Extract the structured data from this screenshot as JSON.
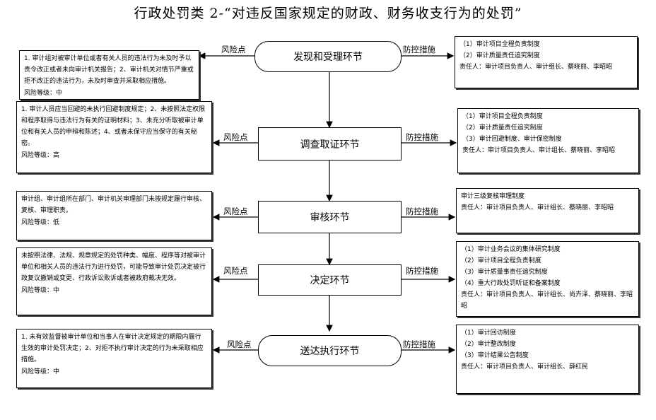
{
  "title": "行政处罚类 2-“对违反国家规定的财政、财务收支行为的处罚”",
  "risk_label": "风险点",
  "control_label": "防控措施",
  "stages": [
    {
      "name": "发现和受理环节",
      "risk": [
        "1. 审计组对被审计单位或者有关人员的违法行为未及时予以责令改正或者未向审计机关报告；2、审计机关对情节严重或拒不改正的违法行为，未及时审查并采取相应措施。"
      ],
      "risk_level": "风险等级：中",
      "controls": [
        "（1）审计项目全程负责制度",
        "（2）审计质量责任追究制度"
      ],
      "responsible": "责任人：审计项目负责人、审计组长、蔡晓丽、李昭昭"
    },
    {
      "name": "调查取证环节",
      "risk": [
        "1. 审计人员应当回避的未执行回避制度规定；2、未按照法定权限和程序取得与违法行为有关的证明材料；3、未充分听取被审计单位和有关人员的申辩和陈述；4、或者未保守应当保守的有关秘密。"
      ],
      "risk_level": "风险等级：高",
      "controls": [
        "（1）审计项目全程负责制度",
        "（2）审计质量责任追究制度",
        "（3）审计回避制度、审计保密制度"
      ],
      "responsible": "责任人：审计项目负责人、审计组长、蔡晓丽、李昭昭"
    },
    {
      "name": "审核环节",
      "risk": [
        "审计组、审计组所在部门、审计机关审理部门未按规定履行审核、复核、审理职责。"
      ],
      "risk_level": "风险等级：低",
      "controls": [
        "审计三级复核审理制度"
      ],
      "responsible": "责任人：审计项目负责人、审计组长、蔡晓丽、李昭昭"
    },
    {
      "name": "决定环节",
      "risk": [
        "未按照法律、法规、规章规定的处罚种类、幅度、程序等对被审计单位和相关人员的违法行为进行处罚，可能导致审计处罚决定被行政复议撤销或变更、行政诉讼败诉或者被政府裁决无效。"
      ],
      "risk_level": "风险等级：中",
      "controls": [
        "（1）审计业务会议的集体研究制度",
        "（2）审计项目全程负责制度",
        "（3）审计质量事责任追究制度",
        "（4）重大行政处罚听证和备案制度"
      ],
      "responsible": "责任人：审计项目负责人、审计组长、尚卉泽、蔡晓丽、李昭昭"
    },
    {
      "name": "送达执行环节",
      "risk": [
        "1. 未有效监督被审计单位和当事人在审计决定规定的期限内履行生效的审计处罚决定；2、对拒不执行审计决定的行为未采取相应措施。"
      ],
      "risk_level": "风险等级：中",
      "controls": [
        "（1）审计回访制度",
        "（2）审计整改制度",
        "（3）审计结果公告制度"
      ],
      "responsible": "责任人：审计项目负责人、审计组长、薛红民"
    }
  ]
}
